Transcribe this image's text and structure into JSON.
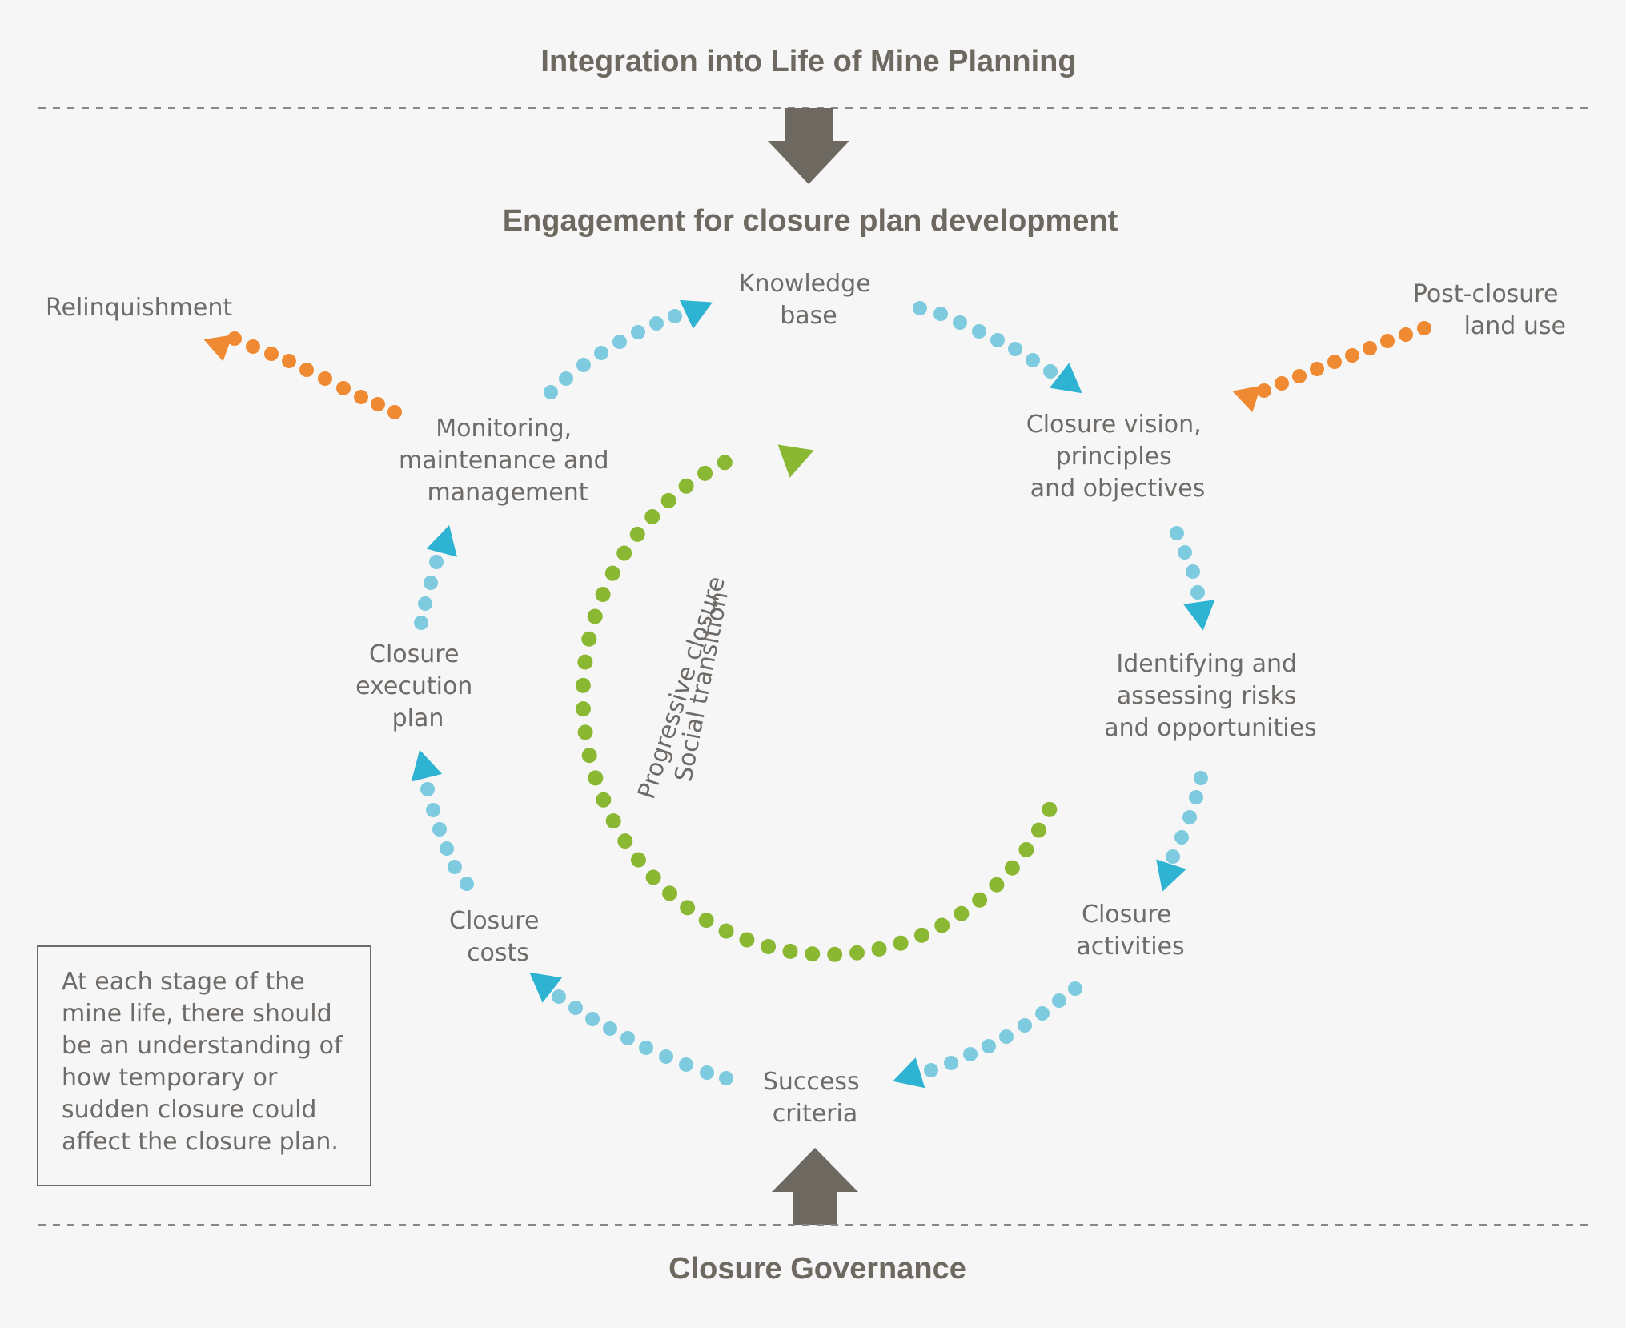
{
  "headings": {
    "top": "Integration into Life of Mine Planning",
    "engagement": "Engagement for closure plan development",
    "bottom": "Closure Governance"
  },
  "stages": {
    "knowledge_base": [
      "Knowledge",
      "base"
    ],
    "closure_vision": [
      "Closure vision,",
      "principles",
      "and objectives"
    ],
    "risks": [
      "Identifying and",
      "assessing risks",
      "and opportunities"
    ],
    "closure_activities": [
      "Closure",
      "activities"
    ],
    "success_criteria": [
      "Success",
      "criteria"
    ],
    "closure_costs": [
      "Closure",
      "costs"
    ],
    "execution_plan": [
      "Closure",
      "execution",
      "plan"
    ],
    "monitoring": [
      "Monitoring,",
      "maintenance and",
      "management"
    ]
  },
  "outer_labels": {
    "relinquishment": "Relinquishment",
    "post_closure": [
      "Post-closure",
      "land use"
    ]
  },
  "inner_labels": {
    "progressive": "Progressive closure",
    "social": "Social transition"
  },
  "note": [
    "At each stage of the",
    "mine life, there should",
    "be an understanding of",
    "how temporary or",
    "sudden closure could",
    "affect the closure plan."
  ],
  "colors": {
    "cycle_dots": "#7ecbe0",
    "cycle_arrow": "#2eb3d2",
    "outer_arrow": "#ef8a33",
    "inner_arrow": "#8ab832",
    "block_arrow": "#6e6960",
    "text": "#6e6b68"
  }
}
